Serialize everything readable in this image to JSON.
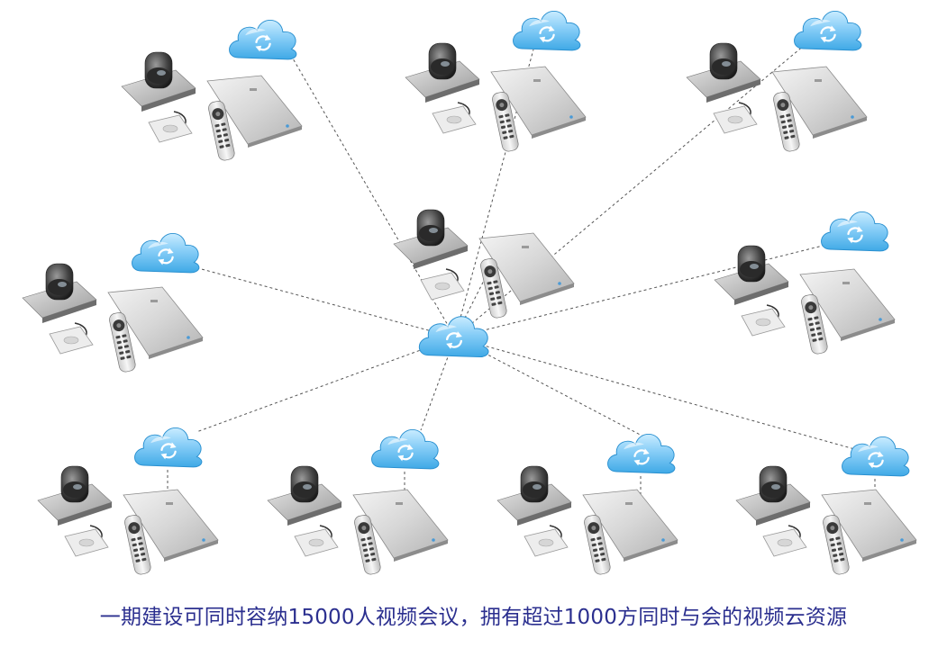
{
  "caption": "一期建设可同时容纳15000人视频会议，拥有超过1000方同时与会的视频云资源",
  "colors": {
    "caption": "#2b2f8f",
    "cloud_top": "#c9ecff",
    "cloud_bottom": "#3fa9e6",
    "cloud_stroke": "#2a90d0",
    "link_line": "#555555"
  },
  "icons": {
    "cloud": "sync-cloud-icon",
    "endpoint": "video-conference-endpoint-icon"
  },
  "hub": {
    "name": "hub-cloud"
  },
  "nodes": [
    {
      "name": "node-top-left"
    },
    {
      "name": "node-top-center"
    },
    {
      "name": "node-top-right"
    },
    {
      "name": "node-center"
    },
    {
      "name": "node-middle-left"
    },
    {
      "name": "node-middle-right"
    },
    {
      "name": "node-bottom-1"
    },
    {
      "name": "node-bottom-2"
    },
    {
      "name": "node-bottom-3"
    },
    {
      "name": "node-bottom-4"
    }
  ]
}
